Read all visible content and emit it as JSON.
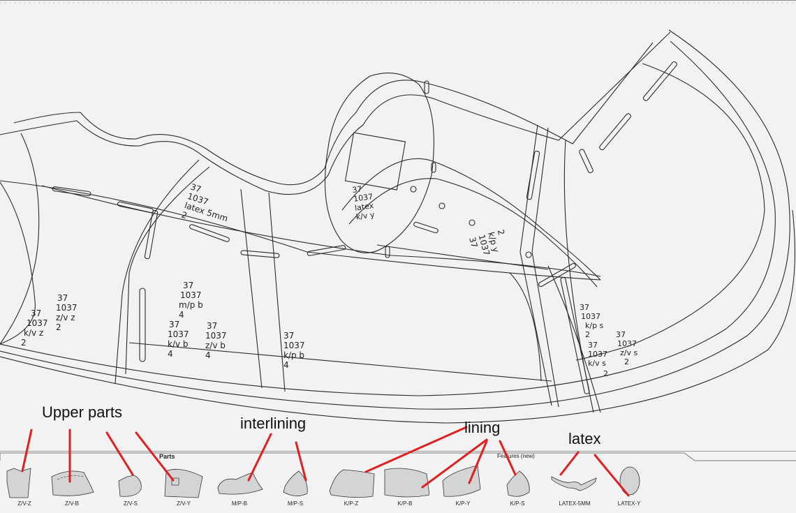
{
  "tabs": {
    "parts_label": "Parts",
    "features_label": "Features (new)"
  },
  "annotations": {
    "upper_parts": "Upper parts",
    "interlining": "interlining",
    "lining": "lining",
    "latex": "latex"
  },
  "parts": [
    {
      "label": "Z/V-Z"
    },
    {
      "label": "Z/V-B"
    },
    {
      "label": "Z/V-S"
    },
    {
      "label": "Z/V-Y"
    },
    {
      "label": "M/P-B"
    },
    {
      "label": "M/P-S"
    },
    {
      "label": "K/P-Z"
    },
    {
      "label": "K/P-B"
    },
    {
      "label": "K/P-Y"
    },
    {
      "label": "K/P-S"
    },
    {
      "label": "LATEX-5MM"
    },
    {
      "label": "LATEX-Y"
    }
  ],
  "piece_labels": {
    "latex_top": [
      "37",
      "1037",
      "latex 5mm",
      "2"
    ],
    "center_mpb": [
      "37",
      "1037",
      "m/p b",
      "4"
    ],
    "center_kvb": [
      "37",
      "1037",
      "k/v b",
      "4"
    ],
    "center_zvb": [
      "37",
      "1037",
      "z/v b",
      "4"
    ],
    "left_zvz": [
      "37",
      "1037",
      "z/v z",
      "2"
    ],
    "left_kvz": [
      "37",
      "1037",
      "k/v z",
      "2"
    ],
    "kpb": [
      "37",
      "1037",
      "k/p b",
      "4"
    ],
    "kpy": [
      "37",
      "1037",
      "k/p y",
      "2"
    ],
    "latex_y": [
      "37",
      "1037",
      "latex",
      "k/v y"
    ],
    "right_ps": [
      "37",
      "1037",
      "k/p s",
      "2"
    ],
    "right_zvs": [
      "37",
      "1037",
      "z/v s",
      "2"
    ],
    "right_kvs": [
      "37",
      "1037",
      "k/v s",
      "2"
    ]
  },
  "colors": {
    "pattern_line": "#2a2a2a",
    "annotation_line": "#e02020",
    "thumb_fill": "#d4d4d4"
  }
}
